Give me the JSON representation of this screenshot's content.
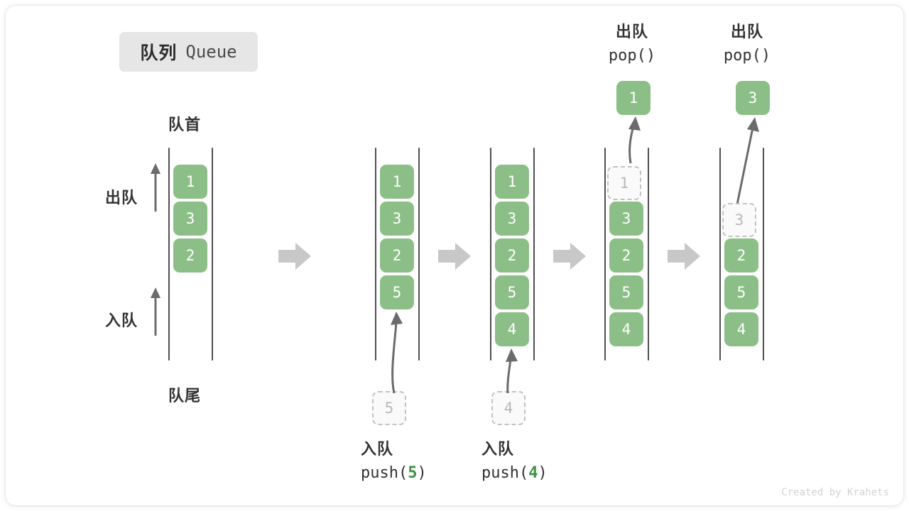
{
  "title": {
    "cn": "队列",
    "en": "Queue"
  },
  "labels": {
    "front": "队首",
    "rear": "队尾",
    "dequeue": "出队",
    "enqueue": "入队"
  },
  "ops": {
    "push_cn": "入队",
    "pop_cn": "出队",
    "push_fn": "push(",
    "pop_fn": "pop()",
    "paren_close": ")"
  },
  "colors": {
    "cell_green": "#8cbf87",
    "ghost_border": "#c2c2c2",
    "ghost_text": "#b8b8b8",
    "rail": "#4f4f4f",
    "arrow_gray": "#6b6b6b",
    "step_arrow": "#c8c8c8",
    "badge_bg": "#e6e6e6",
    "accent_num": "#3f9142"
  },
  "columns": [
    {
      "id": "col1",
      "cells": [
        {
          "value": "1",
          "state": "filled"
        },
        {
          "value": "3",
          "state": "filled"
        },
        {
          "value": "2",
          "state": "filled"
        }
      ]
    },
    {
      "id": "col2",
      "cells": [
        {
          "value": "1",
          "state": "filled"
        },
        {
          "value": "3",
          "state": "filled"
        },
        {
          "value": "2",
          "state": "filled"
        },
        {
          "value": "5",
          "state": "filled"
        }
      ],
      "incoming": {
        "value": "5",
        "state": "ghost"
      },
      "caption_cn": "入队",
      "caption_fn": "push(",
      "caption_num": "5",
      "caption_end": ")"
    },
    {
      "id": "col3",
      "cells": [
        {
          "value": "1",
          "state": "filled"
        },
        {
          "value": "3",
          "state": "filled"
        },
        {
          "value": "2",
          "state": "filled"
        },
        {
          "value": "5",
          "state": "filled"
        },
        {
          "value": "4",
          "state": "filled"
        }
      ],
      "incoming": {
        "value": "4",
        "state": "ghost"
      },
      "caption_cn": "入队",
      "caption_fn": "push(",
      "caption_num": "4",
      "caption_end": ")"
    },
    {
      "id": "col4",
      "cells": [
        {
          "value": "1",
          "state": "ghost"
        },
        {
          "value": "3",
          "state": "filled"
        },
        {
          "value": "2",
          "state": "filled"
        },
        {
          "value": "5",
          "state": "filled"
        },
        {
          "value": "4",
          "state": "filled"
        }
      ],
      "popped": {
        "value": "1",
        "state": "filled"
      },
      "caption_cn": "出队",
      "caption_fn": "pop()"
    },
    {
      "id": "col5",
      "cells": [
        {
          "value": "",
          "state": "empty"
        },
        {
          "value": "3",
          "state": "ghost"
        },
        {
          "value": "2",
          "state": "filled"
        },
        {
          "value": "5",
          "state": "filled"
        },
        {
          "value": "4",
          "state": "filled"
        }
      ],
      "popped": {
        "value": "3",
        "state": "filled"
      },
      "caption_cn": "出队",
      "caption_fn": "pop()"
    }
  ],
  "credit": "Created by Krahets"
}
